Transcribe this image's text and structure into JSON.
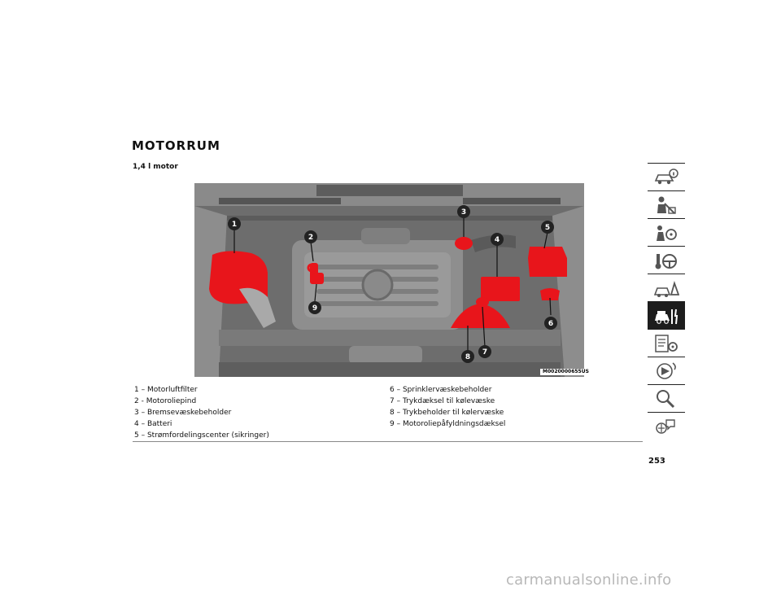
{
  "page": {
    "title": "MOTORRUM",
    "section_title": "1,4 l motor",
    "page_number": "253",
    "image_code": "M0020000655US"
  },
  "callouts": [
    "1",
    "2",
    "3",
    "4",
    "5",
    "6",
    "7",
    "8",
    "9"
  ],
  "legend": {
    "left": [
      "1 – Motorluftfilter",
      "2 - Motoroliepind",
      "3 – Bremsevæskebeholder",
      "4 – Batteri",
      "5 – Strømfordelingscenter (sikringer)"
    ],
    "right": [
      "6 – Sprinklervæskebeholder",
      "7 – Trykdæksel til kølevæske",
      "8 – Trykbeholder til kølervæske",
      "9 – Motoroliepåfyldningsdæksel"
    ]
  },
  "sidebar_tabs": [
    {
      "icon": "car-info-icon",
      "active": false
    },
    {
      "icon": "safety-belt-icon",
      "active": false
    },
    {
      "icon": "driving-icon",
      "active": false
    },
    {
      "icon": "steering-wheel-icon",
      "active": false
    },
    {
      "icon": "emergency-triangle-icon",
      "active": false
    },
    {
      "icon": "car-maintenance-icon",
      "active": true
    },
    {
      "icon": "technical-specs-icon",
      "active": false
    },
    {
      "icon": "multimedia-icon",
      "active": false
    },
    {
      "icon": "magnifier-icon",
      "active": false
    },
    {
      "icon": "language-icon",
      "active": false
    }
  ],
  "watermark": "carmanualsonline.info",
  "colors": {
    "highlight": "#e8151b",
    "engine_gray": "#7a7a7a",
    "callout": "#222222",
    "active_tab": "#1d1d1d"
  }
}
